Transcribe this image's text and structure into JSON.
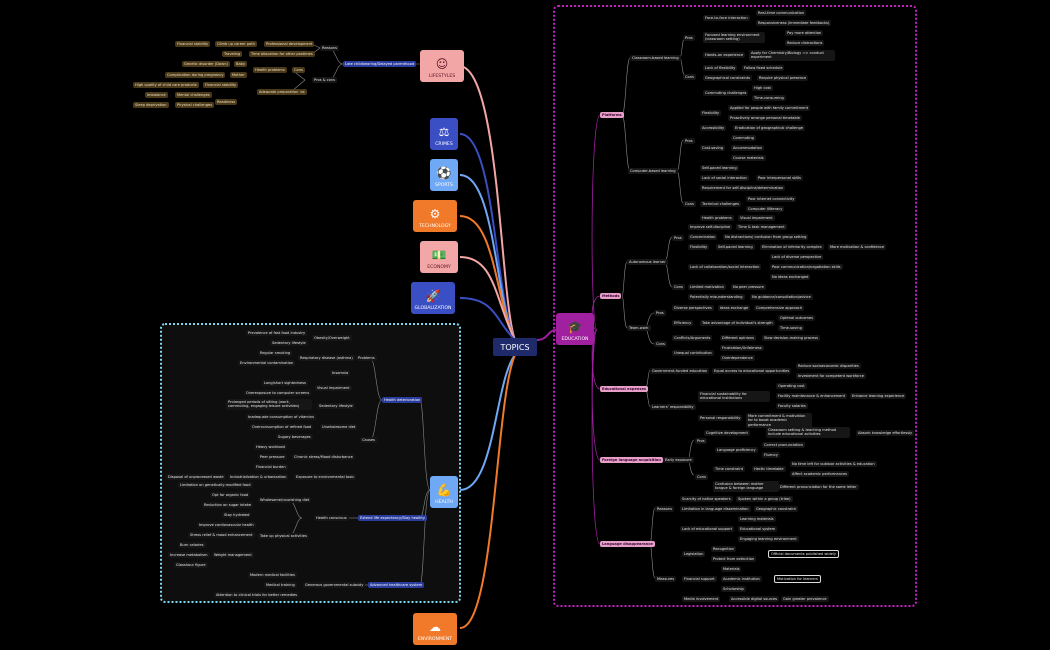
{
  "center": "TOPICS",
  "topics": {
    "lifestyles": "LIFESTYLES",
    "crimes": "CRIMES",
    "sports": "SPORTS",
    "technology": "TECHNOLOGY",
    "economy": "ECONOMY",
    "globalization": "GLOBALIZATION",
    "health": "HEALTH",
    "environment": "ENVIRONMENT",
    "education": "EDUCATION"
  },
  "colors": {
    "lifestyles": "#f3a6a6",
    "crimes": "#3a4fc4",
    "sports": "#6fa8f5",
    "technology": "#f07a2a",
    "economy": "#f3a6a6",
    "globalization": "#3a4fc4",
    "health": "#6fa8f5",
    "environment": "#f07a2a",
    "education": "#a020a0"
  },
  "lifestyle": {
    "root": "Late childbearing/Delayed parenthood",
    "reasons": "Reasons",
    "r1": "Financial stability",
    "r2": "Climb up career path",
    "r3": "Professional development",
    "r4": "Traveling",
    "r5": "Time allocation for other pastimes",
    "proscons": "Pros & cons",
    "cons": "Cons",
    "hp": "Health problems",
    "baby": "Baby",
    "mother": "Mother",
    "c1": "Genetic disorder (Down)",
    "c2": "Complication during pregnancy",
    "pros": "Pros",
    "adequate": "Adequate preparation",
    "readiness": "Readiness",
    "p1": "High quality of child care products",
    "p2": "Financial stability",
    "p3": "Imbalance",
    "p4": "Mental challenges",
    "p5": "Sleep deprivation",
    "p6": "Physical challenges"
  },
  "health": {
    "det": "Health deterioration",
    "problems": "Problems",
    "causes": "Causes",
    "ob": "Obesity/Overweight",
    "ob1": "Prevalence of fast food industry",
    "ob2": "Sedentary lifestyle",
    "resp": "Respiratory disease (asthma)",
    "resp1": "Regular smoking",
    "resp2": "Environmental contamination",
    "insomnia": "Insomnia",
    "visual": "Visual impairment",
    "vis1": "Long/short sightedness",
    "vis2": "Overexposure to computer screens",
    "sed": "Sedentary lifestyle",
    "sed1": "Prolonged periods of sitting (work, commuting, engaging leisure activities)",
    "diet": "Unwholesome diet",
    "diet1": "Inadequate consumption of vitamins",
    "diet2": "Overconsumption of refined food",
    "diet3": "Sugary beverages",
    "stress": "Chronic stress/Mood disturbance",
    "st1": "Heavy workload",
    "st2": "Peer pressure",
    "st3": "Financial burden",
    "toxic": "Exposure to environmental toxic",
    "tox1": "Disposal of unprocessed waste",
    "tox2": "Industrialization & urbanization",
    "extend": "Extend life expectancy/Stay healthy",
    "hcons": "Health conscious",
    "food": "Wholesome/nourishing diet",
    "f1": "Limitation on genetically-modified food",
    "f2": "Opt for organic food",
    "f3": "Reduction on sugar intake",
    "f4": "Stay hydrated",
    "phys": "Take up physical activities",
    "ph1": "Improve cardiovascular health",
    "ph2": "Stress relief & mood enhancement",
    "weight": "Weight management",
    "w1": "Burn calories",
    "w2": "Increase metabolism",
    "w3": "Glasshour figure",
    "adv": "Advanced healthcare system",
    "gov": "Generous governmental subsidy",
    "g1": "Modern medical facilities",
    "g2": "Medical training",
    "g3": "Attention to clinical trials for better remedies"
  },
  "edu": {
    "platforms": "Platforms",
    "classroom": "Classroom-based learning",
    "pros": "Pros",
    "cons": "Cons",
    "f2f": "Face-to-face interaction",
    "f2f1": "Real-time communication",
    "f2f2": "Responsiveness (immediate feedbacks)",
    "focus": "Focused learning environment (classroom setting)",
    "focus1": "Pay more attention",
    "focus2": "Reduce distractions",
    "hands": "Hands-on experience",
    "hands1": "Apply for Chemistry/Biology => conduct experiment",
    "flex": "Lack of flexibility",
    "flex1": "Follow fixed schedule",
    "geo": "Geographical constraints",
    "geo1": "Require physical presence",
    "commute": "Commuting challenges",
    "com1": "High cost",
    "com2": "Time-consuming",
    "computer": "Computer-based learning",
    "cflex": "Flexibility",
    "cflex1": "Applied for people with family commitment",
    "cflex2": "Proactively arrange personal timetable",
    "access": "Accessibility",
    "access1": "Eradication of geographical challenge",
    "cost": "Cost-saving",
    "cost1": "Commuting",
    "cost2": "Accommodation",
    "cost3": "Course materials",
    "self": "Self-paced learning",
    "social": "Lack of social interaction",
    "social1": "Poor interpersonal skills",
    "req": "Requirement for self-discipline/determination",
    "tech": "Technical challenges",
    "tech1": "Poor internet connectivity",
    "tech2": "Computer illiteracy",
    "hp": "Health problems",
    "hp1": "Visual impairment",
    "methods": "Methods",
    "auto": "Autonomous learner",
    "impself": "Improve self-discipline",
    "impself1": "Time & task management",
    "conc": "Concentration",
    "conc1": "No distractions/ confusion from group setting",
    "mflex": "Flexibility",
    "mflex1": "Self-paced learning",
    "mflex2": "Elimination of inferiority complex",
    "mflex3": "More motivation & confidence",
    "lack": "Lack of collaboration/social interaction",
    "lack1": "Lack of diverse perspective",
    "lack2": "Poor communication/negotiation skills",
    "lack3": "No ideas exchanged",
    "limit": "Limited motivation",
    "limit1": "No peer pressure",
    "pot": "Potentially misunderstanding",
    "pot1": "No guidance/consultation/advice",
    "team": "Team-work",
    "div": "Diverse perspectives",
    "div1": "Ideas exchange",
    "div2": "Comprehensive approach",
    "eff": "Efficiency",
    "eff1": "Take advantage of individual's strength",
    "eff2": "Optimal outcomes",
    "eff3": "Time-saving",
    "conf": "Conflicts/Arguments",
    "conf1": "Different opinions",
    "conf2": "Slow decision-making process",
    "uneq": "Unequal contribution",
    "uneq1": "Frustration/Unfairness",
    "uneq2": "Overdependence",
    "exp": "Educational expenses",
    "gov": "Government-funded education",
    "gov1": "Equal access to educational opportunities",
    "gov2": "Reduce socioeconomic disparities",
    "gov3": "Investment for competent workforce",
    "resp": "Learners' responsibility",
    "fin": "Financial sustainability for educational institutions",
    "fin1": "Facility maintenance & enhancement",
    "fin2": "Enhance learning experience",
    "fin3": "Operating cost",
    "fin4": "Faculty salaries",
    "pers": "Personal responsibility",
    "pers1": "More commitment & motivation for to boost academic performance",
    "flang": "Foreign language acquisition",
    "early": "Early exposure",
    "fpros": "Pros",
    "cog": "Cognitive development",
    "cog1": "Classroom setting & teaching method include educational activities",
    "cog2": "Absorb knowledge effortlessly",
    "lp": "Language proficiency",
    "lp1": "Correct pronunciation",
    "lp2": "Fluency",
    "fcons": "Cons",
    "tc": "Time constraint",
    "tc1": "Hectic timetable",
    "tc2": "No time left for outdoor activities & education",
    "tc3": "Affect academic performances",
    "confu": "Confusion between mother tongue & foreign language",
    "confu1": "Different pronunciation for the same letter",
    "dying": "Language disappearance",
    "reasons": "Reasons",
    "sc": "Scarcity of native speakers",
    "sc1": "Spoken within a group (tribe)",
    "lim": "Limitation in language dissemination",
    "lim1": "Geographic constraint",
    "ls": "Lack of educational support",
    "ls1": "Learning materials",
    "ls2": "Educational system",
    "ls3": "Engaging learning environment",
    "measures": "Measures",
    "leg": "Legislation",
    "leg1": "Recognition",
    "leg2": "Protect from extinction",
    "leg3": "Official documents published widely",
    "fs": "Financial support",
    "fs1": "Materials",
    "fs2": "Academic institution",
    "fs3": "Motivation for learners",
    "fs4": "Scholarship",
    "mi": "Media involvement",
    "mi1": "Accessible digital sources",
    "mi2": "Gain greater prevalence"
  }
}
